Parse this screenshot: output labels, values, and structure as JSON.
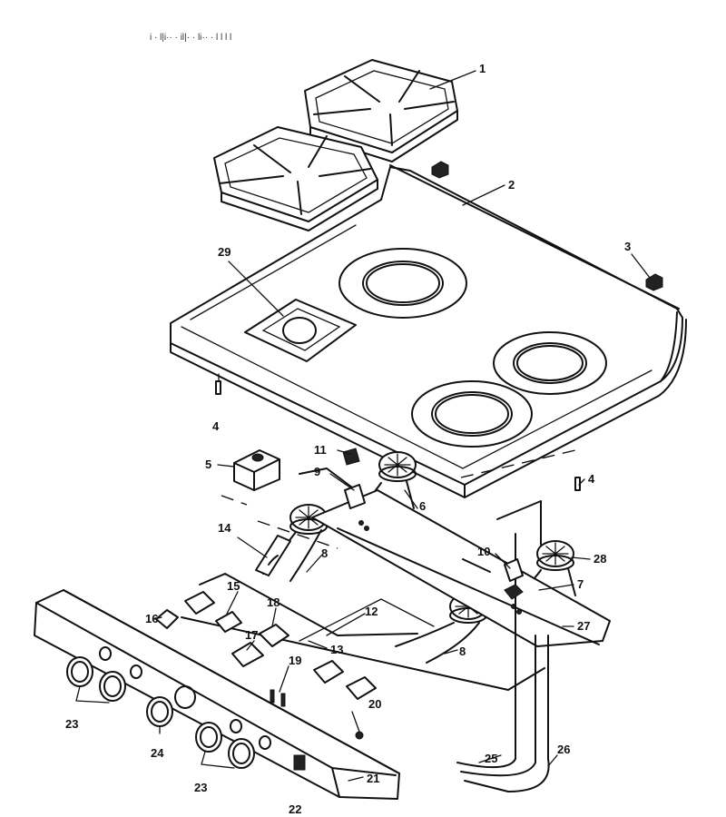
{
  "header_text": "i · l|i·· · il|· · li·· · l  l l l",
  "callouts": [
    {
      "id": "c1",
      "text": "1"
    },
    {
      "id": "c2",
      "text": "2"
    },
    {
      "id": "c3",
      "text": "3"
    },
    {
      "id": "c4a",
      "text": "4"
    },
    {
      "id": "c4b",
      "text": "4"
    },
    {
      "id": "c5",
      "text": "5"
    },
    {
      "id": "c6",
      "text": "6"
    },
    {
      "id": "c7",
      "text": "7"
    },
    {
      "id": "c8a",
      "text": "8"
    },
    {
      "id": "c8b",
      "text": "8"
    },
    {
      "id": "c9",
      "text": "9"
    },
    {
      "id": "c10",
      "text": "10"
    },
    {
      "id": "c11",
      "text": "11"
    },
    {
      "id": "c12",
      "text": "12"
    },
    {
      "id": "c13",
      "text": "13"
    },
    {
      "id": "c14",
      "text": "14"
    },
    {
      "id": "c15",
      "text": "15"
    },
    {
      "id": "c16",
      "text": "16"
    },
    {
      "id": "c17",
      "text": "17"
    },
    {
      "id": "c18",
      "text": "18"
    },
    {
      "id": "c19",
      "text": "19"
    },
    {
      "id": "c20",
      "text": "20"
    },
    {
      "id": "c21",
      "text": "21"
    },
    {
      "id": "c22",
      "text": "22"
    },
    {
      "id": "c23a",
      "text": "23"
    },
    {
      "id": "c23b",
      "text": "23"
    },
    {
      "id": "c24",
      "text": "24"
    },
    {
      "id": "c25",
      "text": "25"
    },
    {
      "id": "c26",
      "text": "26"
    },
    {
      "id": "c27",
      "text": "27"
    },
    {
      "id": "c28",
      "text": "28"
    },
    {
      "id": "c29",
      "text": "29"
    }
  ]
}
